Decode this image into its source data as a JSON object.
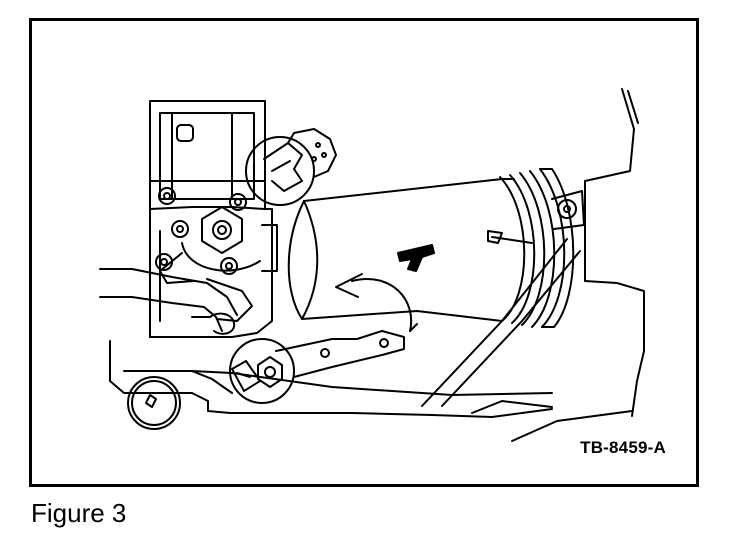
{
  "figure": {
    "code": "TB-8459-A",
    "caption": "Figure 3"
  },
  "illustration": {
    "subject-icon": "wiper-motor-assembly-line-drawing",
    "callouts": [
      "detail-circle-linkage-connector",
      "detail-circle-pivot-bolt"
    ],
    "rotation-arrow-icon": "curved-arrow-counterclockwise",
    "tool-icon": "t-handle-tool"
  }
}
